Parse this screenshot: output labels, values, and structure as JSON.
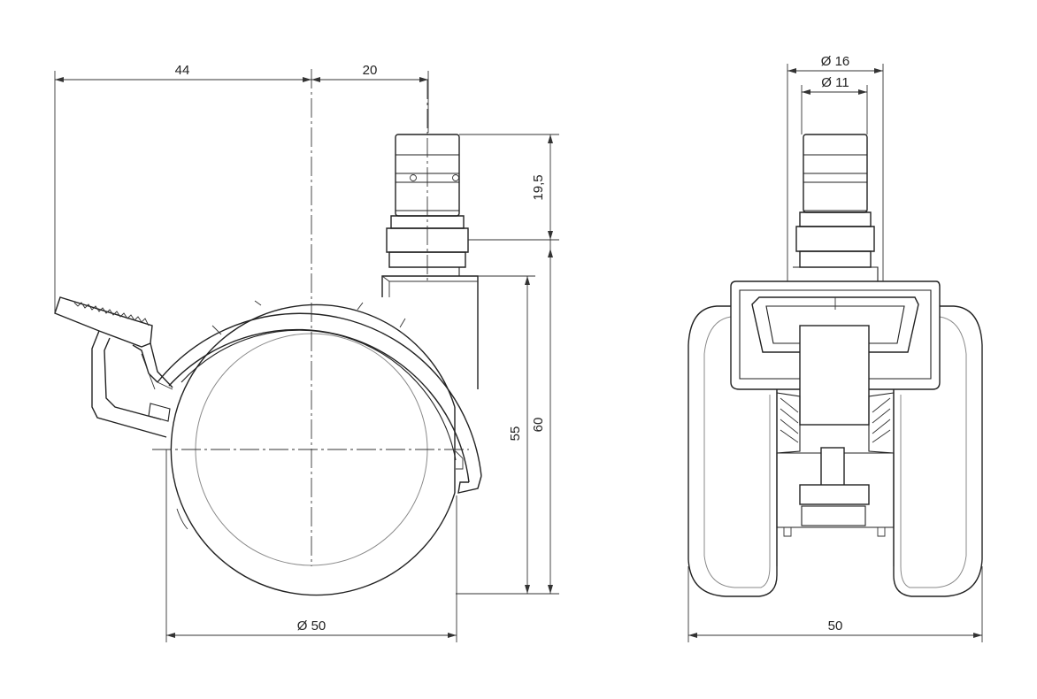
{
  "dimensions": {
    "side_width_left": "44",
    "side_width_right": "20",
    "stem_height": "19,5",
    "height_55": "55",
    "height_60": "60",
    "wheel_diameter": "Ø 50",
    "stem_diameter_outer": "Ø 16",
    "stem_diameter_inner": "Ø 11",
    "front_width": "50"
  },
  "colors": {
    "line": "#222222",
    "hidden_line": "#8a8a8a",
    "background": "#ffffff"
  }
}
